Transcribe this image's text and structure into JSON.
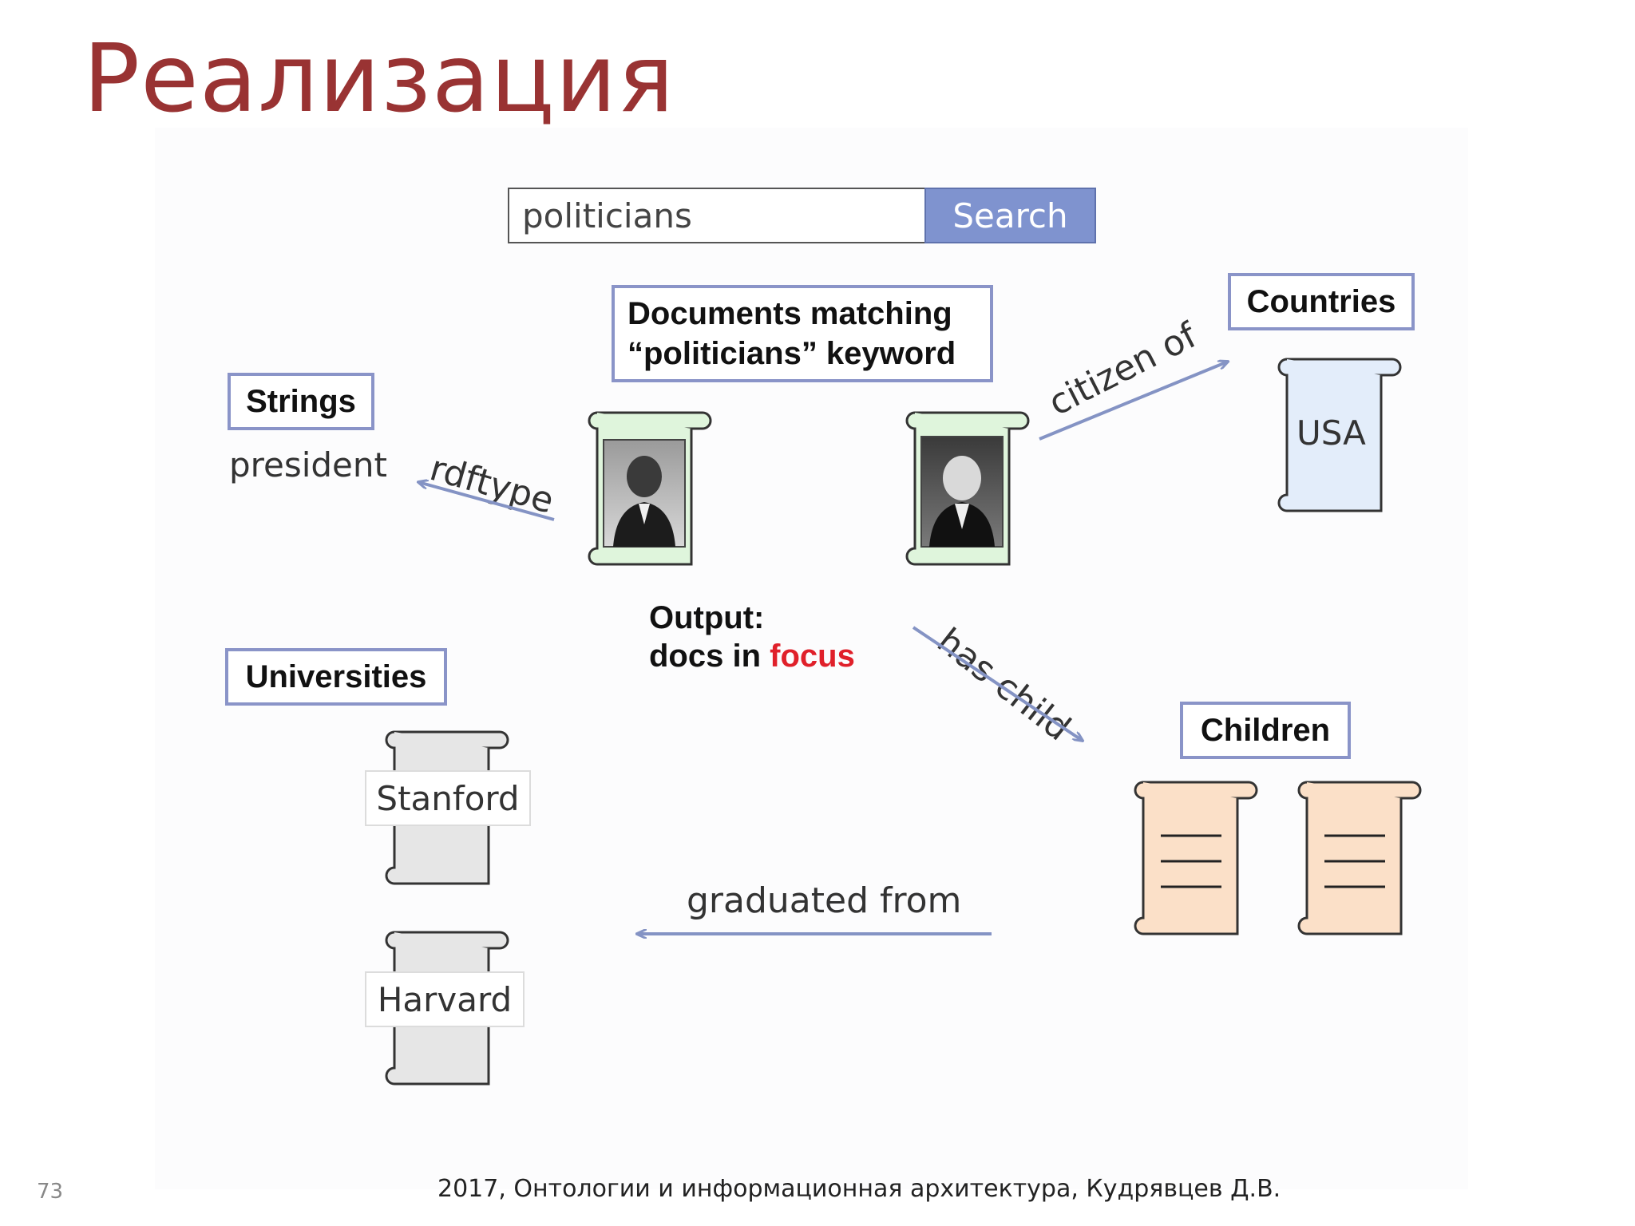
{
  "slide": {
    "title": "Реализация",
    "footer": "2017, Онтологии и информационная архитектура, Кудрявцев Д.В.",
    "page_number": "73"
  },
  "search": {
    "query": "politicians",
    "button_label": "Search"
  },
  "nodes": {
    "documents": {
      "line1": "Documents matching",
      "line2": "“politicians” keyword"
    },
    "countries": {
      "label": "Countries",
      "item": "USA"
    },
    "strings": {
      "label": "Strings",
      "item": "president"
    },
    "universities": {
      "label": "Universities",
      "items": [
        "Stanford",
        "Harvard"
      ]
    },
    "children": {
      "label": "Children"
    }
  },
  "edges": {
    "rdftype": "rdftype",
    "citizen_of": "citizen of",
    "has_child": "has child",
    "graduated_from": "graduated from"
  },
  "output": {
    "line1": "Output:",
    "line2_prefix": "docs in ",
    "line2_highlight": "focus"
  },
  "colors": {
    "title": "#993333",
    "accent_box_border": "#8a94c8",
    "search_button": "#7f93cf",
    "arrow": "#8493c4",
    "focus_highlight": "#e0202a",
    "doc_scroll": "#dff5dc",
    "country_scroll": "#e3edfa",
    "university_scroll": "#e6e6e6",
    "child_scroll": "#fbe0c8"
  },
  "icons": {
    "document_scroll": "scroll-icon",
    "portrait_1": "portrait-photo",
    "portrait_2": "portrait-photo"
  }
}
